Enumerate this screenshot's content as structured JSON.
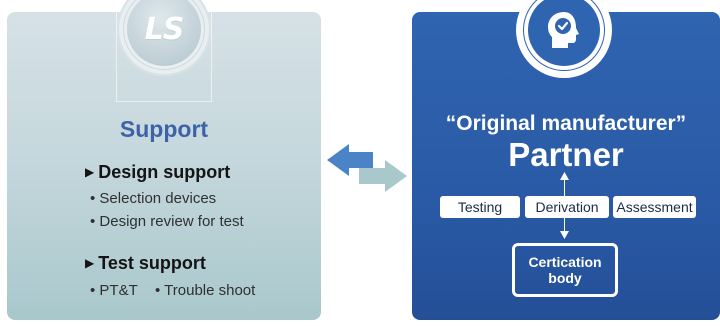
{
  "left": {
    "logo_text": "LS",
    "title": "Support",
    "design_heading": "Design support",
    "design_items": [
      "Selection devices",
      "Design review for test"
    ],
    "test_heading": "Test support",
    "test_items": [
      "PT&T",
      "Trouble shoot"
    ]
  },
  "right": {
    "quote_title": "“Original manufacturer”",
    "partner_title": "Partner",
    "pills": [
      "Testing",
      "Derivation",
      "Assessment"
    ],
    "cert_box": [
      "Certication",
      "body"
    ]
  },
  "colors": {
    "left_gradient_top": "#d6e1e6",
    "left_gradient_bottom": "#a9c8cc",
    "right_panel": "#2a5aa6",
    "support_title": "#3e62a8",
    "arrow_blue": "#4a84c6",
    "arrow_teal": "#a9c8cc"
  },
  "icons": {
    "left_logo": "ls-logo-icon",
    "right_icon": "head-checkmark-icon",
    "center": "bidirectional-arrow-icon"
  }
}
